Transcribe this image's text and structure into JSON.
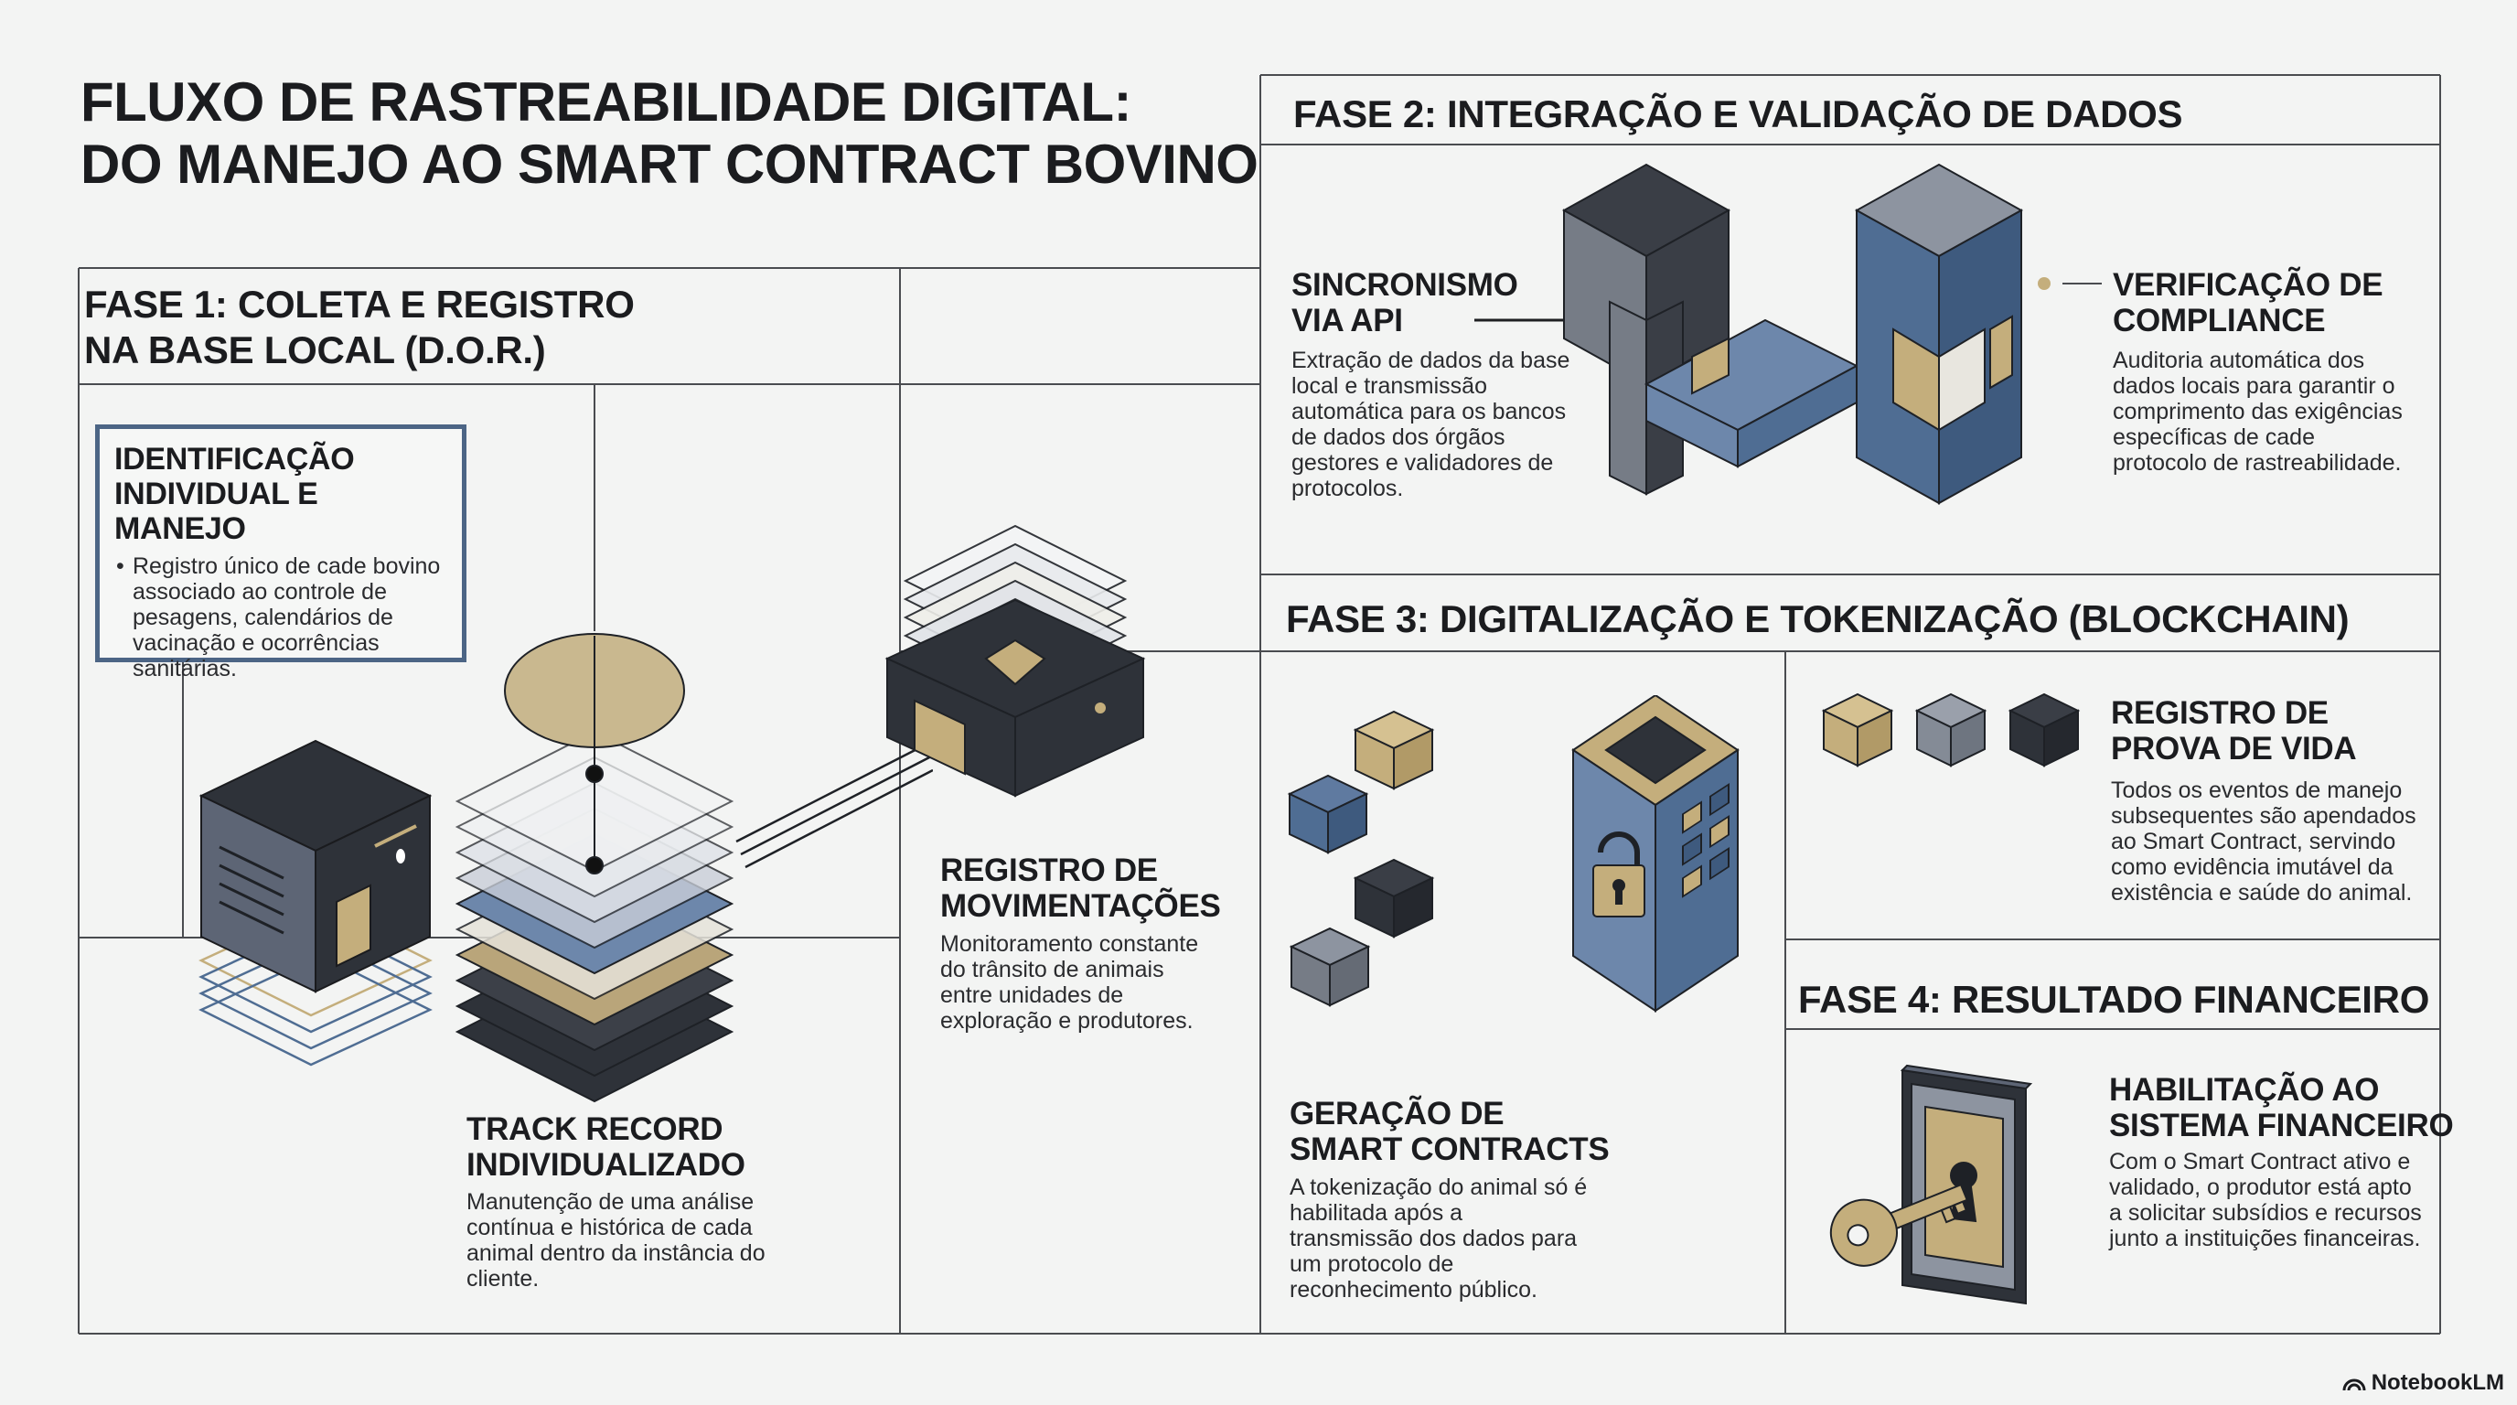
{
  "title": {
    "line1": "FLUXO DE RASTREABILIDADE DIGITAL:",
    "line2": "DO MANEJO AO SMART CONTRACT BOVINO"
  },
  "phase1": {
    "title_line1": "FASE 1: COLETA E REGISTRO",
    "title_line2": "NA BASE LOCAL (D.O.R.)",
    "identificacao": {
      "head_line1": "IDENTIFICAÇÃO",
      "head_line2": "INDIVIDUAL E MANEJO",
      "bullet": "Registro único de cade bovino associado ao controle de pesagens, calendários de vacinação e ocorrências sanitárias."
    },
    "track_record": {
      "head_line1": "TRACK RECORD",
      "head_line2": "INDIVIDUALIZADO",
      "body": "Manutenção de uma análise contínua e histórica de cada animal dentro da instância do cliente."
    },
    "movimentacoes": {
      "head_line1": "REGISTRO DE",
      "head_line2": "MOVIMENTAÇÕES",
      "body": "Monitoramento constante do trânsito de animais entre unidades de exploração e produtores."
    }
  },
  "phase2": {
    "title": "FASE 2: INTEGRAÇÃO E VALIDAÇÃO DE DADOS",
    "sincronismo": {
      "head_line1": "SINCRONISMO",
      "head_line2": "VIA API",
      "body": "Extração de dados da base local e transmissão automática para os bancos de dados dos órgãos gestores e validadores de protocolos."
    },
    "verificacao": {
      "head_line1": "VERIFICAÇÃO DE",
      "head_line2": "COMPLIANCE",
      "body": "Auditoria automática dos dados locais para garantir o comprimento das exigências específicas de cade protocolo de rastreabilidade."
    }
  },
  "phase3": {
    "title": "FASE 3: DIGITALIZAÇÃO E TOKENIZAÇÃO (BLOCKCHAIN)",
    "prova_de_vida": {
      "head_line1": "REGISTRO DE",
      "head_line2": "PROVA DE VIDA",
      "body": "Todos os eventos de manejo subsequentes são apendados ao Smart Contract, servindo como evidência imutável da existência e saúde do animal."
    },
    "smart_contracts": {
      "head_line1": "GERAÇÃO DE",
      "head_line2": "SMART CONTRACTS",
      "body": "A tokenização do animal só é habilitada após a transmissão dos dados para um protocolo de reconhecimento público."
    }
  },
  "phase4": {
    "title": "FASE 4: RESULTADO FINANCEIRO",
    "habilitacao": {
      "head_line1": "HABILITAÇÃO AO",
      "head_line2": "SISTEMA FINANCEIRO",
      "body": "Com o Smart Contract ativo e validado, o produtor está apto a solicitar subsídios e recursos junto a instituições financeiras."
    }
  },
  "brand": "NotebookLM",
  "colors": {
    "dark": "#2e3239",
    "slate": "#5d6575",
    "blue": "#4f6d93",
    "gold": "#c4ae7c",
    "frame": "#4c6585"
  }
}
